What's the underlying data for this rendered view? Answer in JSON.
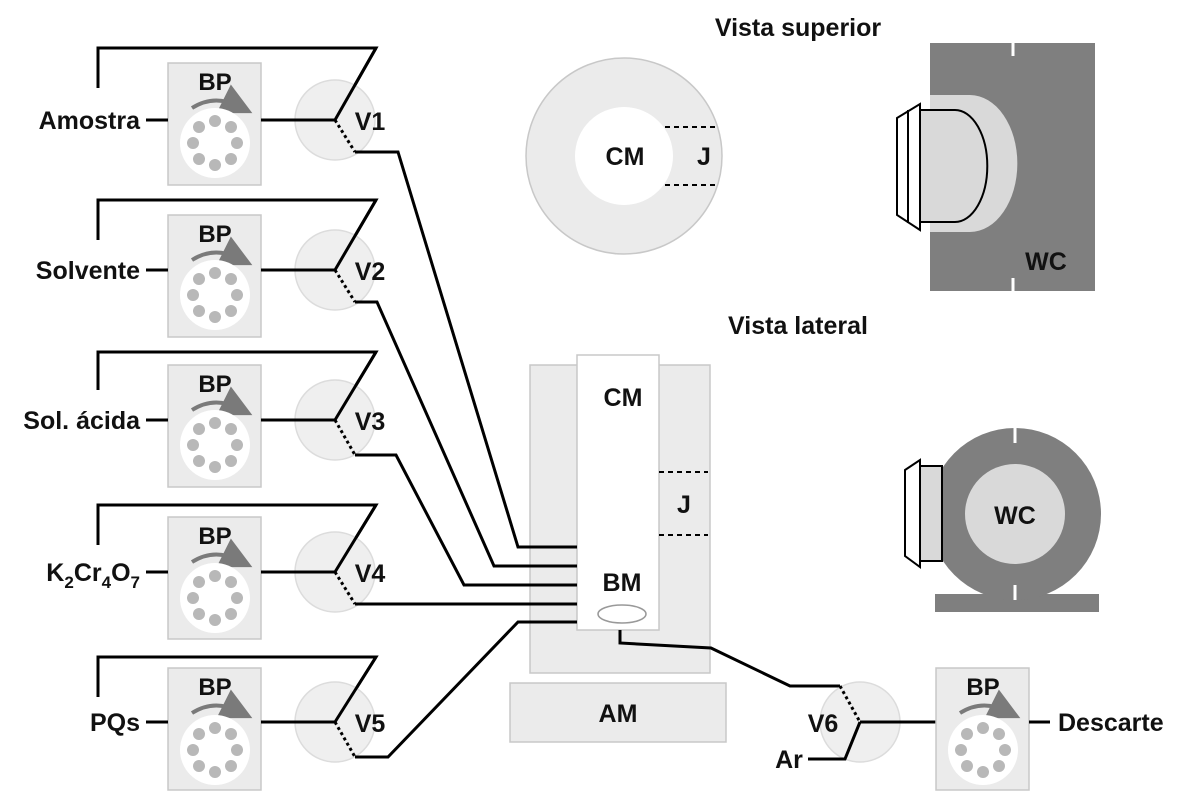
{
  "titles": {
    "top_view": "Vista superior",
    "side_view": "Vista lateral"
  },
  "pump_label": "BP",
  "channels": [
    {
      "name": "Amostra",
      "valve": "V1"
    },
    {
      "name": "Solvente",
      "valve": "V2"
    },
    {
      "name": "Sol. ácida",
      "valve": "V3"
    },
    {
      "name": "K2Cr4O7",
      "name_parts": [
        "K",
        "2",
        "Cr",
        "4",
        "O",
        "7"
      ],
      "valve": "V4"
    },
    {
      "name": "PQs",
      "valve": "V5"
    }
  ],
  "top_view": {
    "chamber": "CM",
    "jacket": "J",
    "wc": "WC"
  },
  "side_view": {
    "chamber": "CM",
    "jacket": "J",
    "bottom": "BM",
    "base": "AM",
    "wc": "WC"
  },
  "outlet": {
    "valve": "V6",
    "gas": "Ar",
    "waste": "Descarte"
  },
  "colors": {
    "panel": "#ebebeb",
    "panel_border": "#c8c8c8",
    "roller": "#b8b8b8",
    "arrow": "#7a7a7a",
    "valve_fill": "#efefef",
    "wc_dark": "#7f7f7f",
    "wc_light": "#d9d9d9",
    "line": "#000000"
  }
}
